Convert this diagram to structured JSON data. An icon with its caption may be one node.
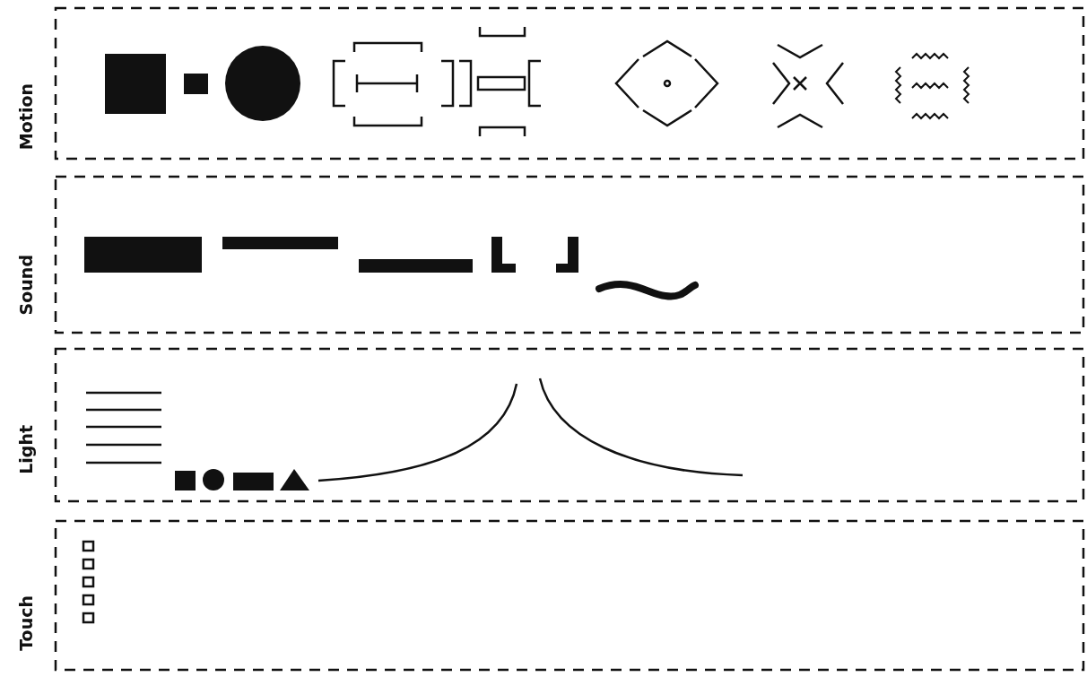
{
  "diagram": {
    "nodes": [
      {
        "text": [
          "Motion"
        ]
      },
      {
        "text": [
          "Sound"
        ]
      },
      {
        "text": [
          "Light"
        ]
      },
      {
        "text": [
          "Touch"
        ]
      }
    ]
  }
}
